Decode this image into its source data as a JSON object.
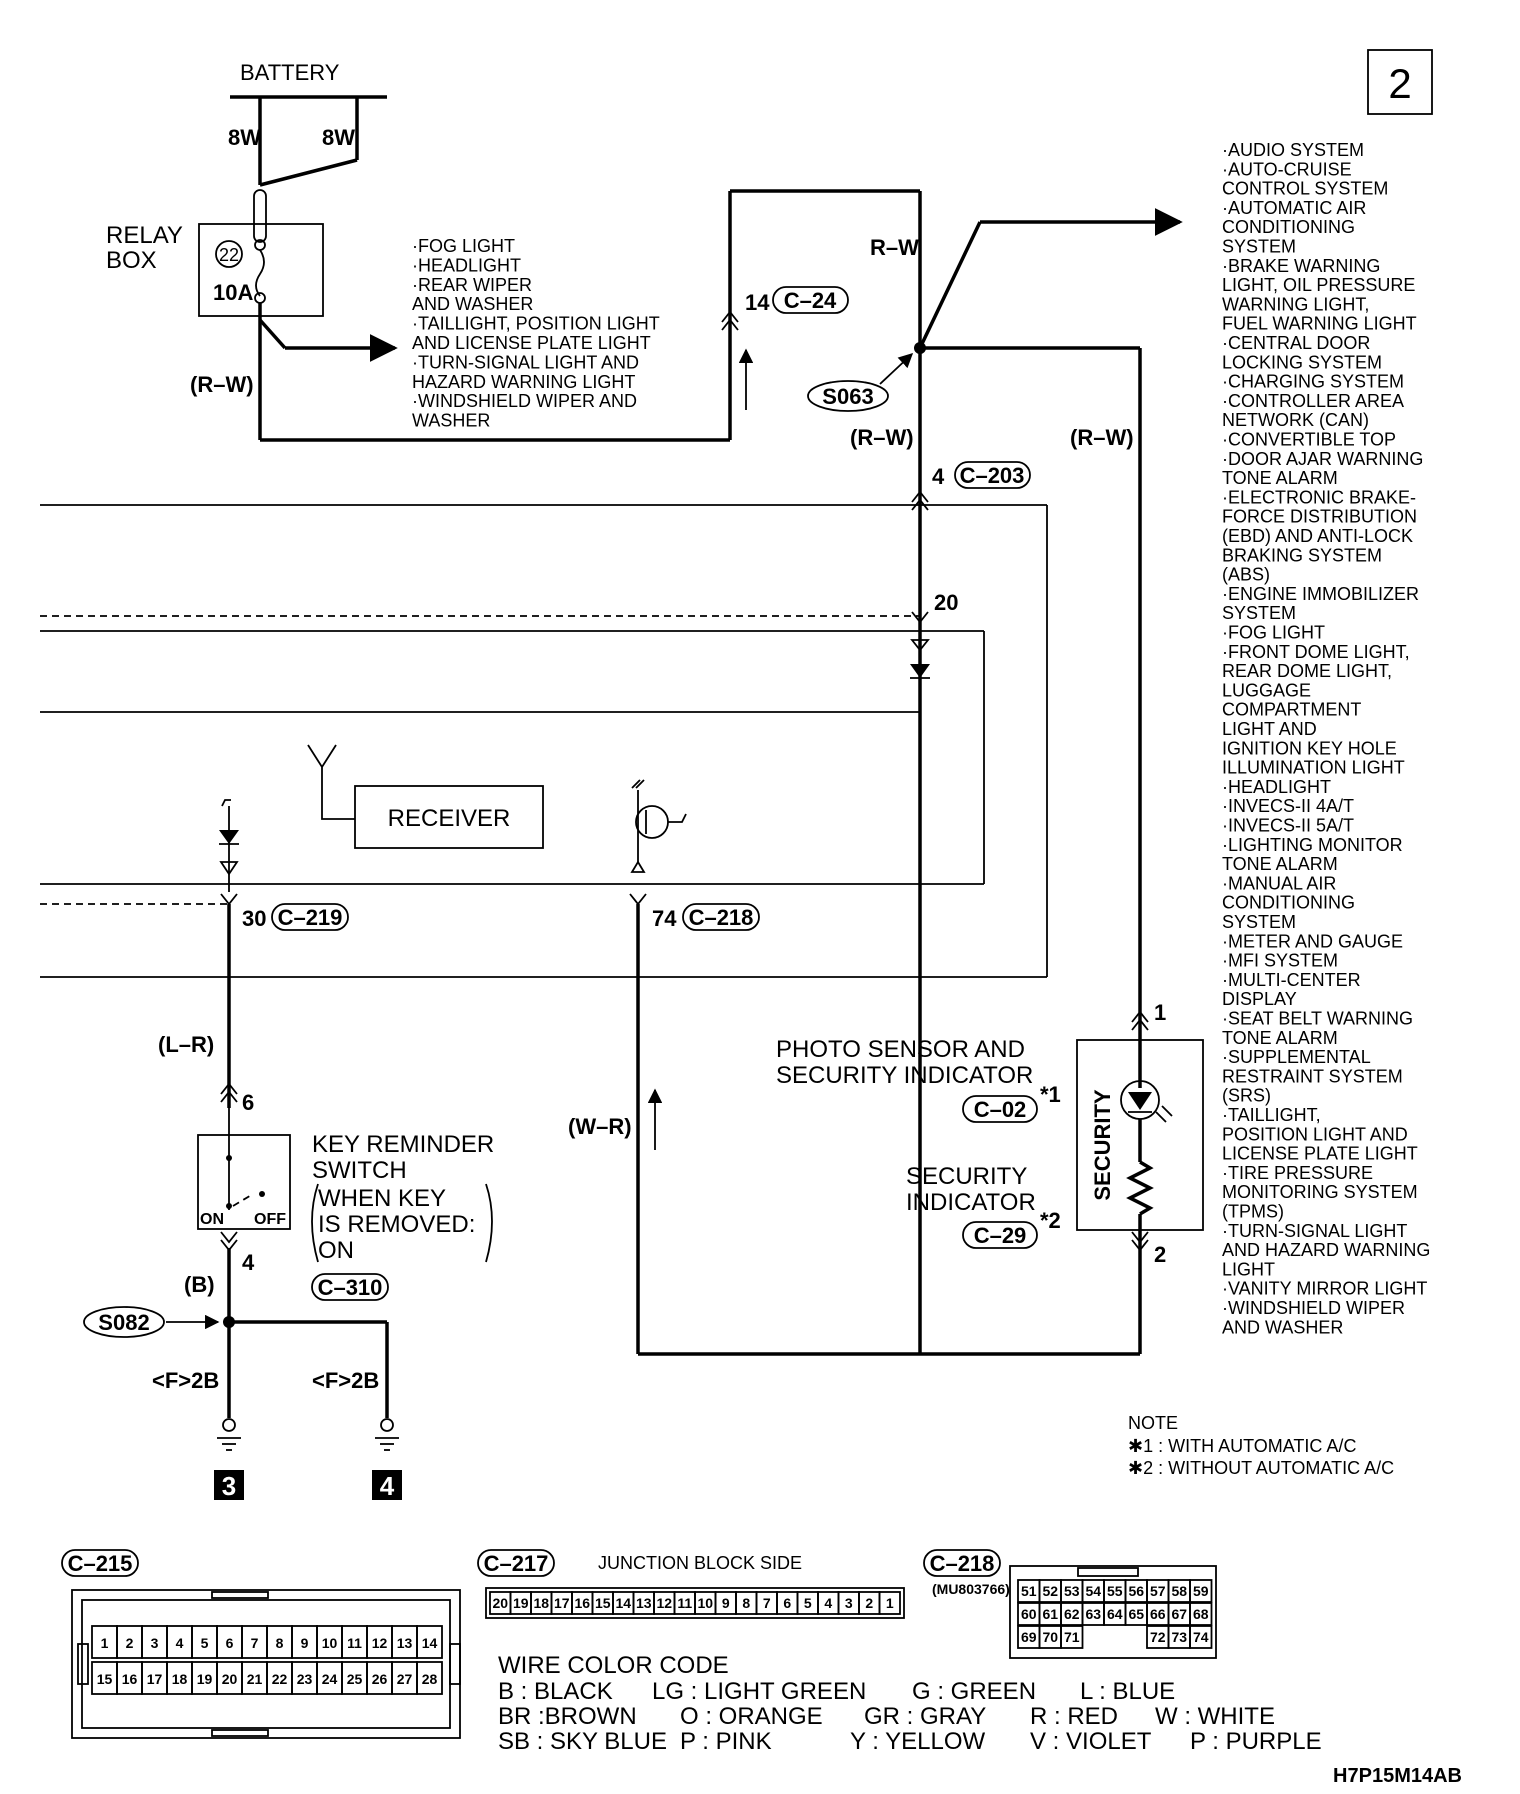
{
  "page_number": "2",
  "battery": {
    "label": "BATTERY",
    "wire_left": "8W",
    "wire_right": "8W"
  },
  "relay_box": {
    "label_line1": "RELAY",
    "label_line2": "BOX",
    "fuse_number": "22",
    "fuse_rating": "10A"
  },
  "fuse_loads": [
    "·FOG LIGHT",
    "·HEADLIGHT",
    "·REAR WIPER",
    " AND WASHER",
    "·TAILLIGHT, POSITION LIGHT",
    " AND LICENSE PLATE LIGHT",
    "·TURN-SIGNAL LIGHT AND",
    " HAZARD WARNING LIGHT",
    "·WINDSHIELD WIPER AND",
    " WASHER"
  ],
  "wire_colors": {
    "rw_fuse": "(R–W)",
    "rw_top": "R–W",
    "rw_left": "(R–W)",
    "rw_right": "(R–W)",
    "lr": "(L–R)",
    "b": "(B)",
    "wr": "(W–R)"
  },
  "connectors": {
    "c24": {
      "pin": "14",
      "name": "C–24"
    },
    "c203": {
      "pin": "4",
      "name": "C–203"
    },
    "pin20": "20",
    "c219": {
      "pin": "30",
      "name": "C–219"
    },
    "c218": {
      "pin": "74",
      "name": "C–218"
    },
    "c310": "C–310",
    "c02": "C–02",
    "c29": "C–29"
  },
  "splices": {
    "s063": "S063",
    "s082": "S082"
  },
  "receiver": "RECEIVER",
  "key_reminder": {
    "title_line1": "KEY REMINDER",
    "title_line2": "SWITCH",
    "cond_line1": "WHEN KEY",
    "cond_line2": "IS REMOVED:",
    "cond_line3": "ON",
    "pin_top": "6",
    "pin_bottom": "4",
    "on_label": "ON",
    "off_label": "OFF"
  },
  "ground_labels": {
    "left": "<F>2B",
    "right": "<F>2B",
    "ref_left": "3",
    "ref_right": "4"
  },
  "security": {
    "photo_line1": "PHOTO SENSOR AND",
    "photo_line2": "SECURITY INDICATOR",
    "photo_mark": "*1",
    "sec_line1": "SECURITY",
    "sec_line2": "INDICATOR",
    "sec_mark": "*2",
    "vertical_label": "SECURITY",
    "pin_top": "1",
    "pin_bottom": "2"
  },
  "systems_list": [
    "·AUDIO SYSTEM",
    "·AUTO-CRUISE",
    " CONTROL SYSTEM",
    "·AUTOMATIC AIR",
    " CONDITIONING",
    " SYSTEM",
    "·BRAKE WARNING",
    " LIGHT, OIL PRESSURE",
    " WARNING LIGHT,",
    " FUEL WARNING LIGHT",
    "·CENTRAL DOOR",
    " LOCKING SYSTEM",
    "·CHARGING SYSTEM",
    "·CONTROLLER AREA",
    " NETWORK (CAN)",
    "·CONVERTIBLE TOP",
    "·DOOR AJAR WARNING",
    " TONE ALARM",
    "·ELECTRONIC BRAKE-",
    " FORCE DISTRIBUTION",
    " (EBD) AND ANTI-LOCK",
    " BRAKING SYSTEM",
    " (ABS)",
    "·ENGINE IMMOBILIZER",
    " SYSTEM",
    "·FOG LIGHT",
    "·FRONT DOME LIGHT,",
    " REAR DOME LIGHT,",
    " LUGGAGE",
    " COMPARTMENT",
    " LIGHT AND",
    " IGNITION KEY HOLE",
    " ILLUMINATION LIGHT",
    "·HEADLIGHT",
    "·INVECS-II 4A/T",
    "·INVECS-II 5A/T",
    "·LIGHTING MONITOR",
    " TONE ALARM",
    "·MANUAL AIR",
    " CONDITIONING",
    " SYSTEM",
    "·METER AND GAUGE",
    "·MFI SYSTEM",
    "·MULTI-CENTER",
    " DISPLAY",
    "·SEAT BELT WARNING",
    " TONE ALARM",
    "·SUPPLEMENTAL",
    " RESTRAINT SYSTEM",
    " (SRS)",
    "·TAILLIGHT,",
    " POSITION LIGHT AND",
    " LICENSE PLATE LIGHT",
    "·TIRE PRESSURE",
    " MONITORING SYSTEM",
    " (TPMS)",
    "·TURN-SIGNAL LIGHT",
    " AND HAZARD WARNING",
    " LIGHT",
    "·VANITY MIRROR LIGHT",
    "·WINDSHIELD WIPER",
    " AND WASHER"
  ],
  "note": {
    "title": "NOTE",
    "line1": "✱1 : WITH AUTOMATIC A/C",
    "line2": "✱2 : WITHOUT AUTOMATIC A/C"
  },
  "connector_views": {
    "c215": {
      "name": "C–215",
      "row1": [
        "1",
        "2",
        "3",
        "4",
        "5",
        "6",
        "7",
        "8",
        "9",
        "10",
        "11",
        "12",
        "13",
        "14"
      ],
      "row2": [
        "15",
        "16",
        "17",
        "18",
        "19",
        "20",
        "21",
        "22",
        "23",
        "24",
        "25",
        "26",
        "27",
        "28"
      ]
    },
    "c217": {
      "name": "C–217",
      "side_label": "JUNCTION BLOCK SIDE",
      "pins": [
        "20",
        "19",
        "18",
        "17",
        "16",
        "15",
        "14",
        "13",
        "12",
        "11",
        "10",
        "9",
        "8",
        "7",
        "6",
        "5",
        "4",
        "3",
        "2",
        "1"
      ]
    },
    "c218": {
      "name": "C–218",
      "part_no": "(MU803766)",
      "row1": [
        "51",
        "52",
        "53",
        "54",
        "55",
        "56",
        "57",
        "58",
        "59"
      ],
      "row2": [
        "60",
        "61",
        "62",
        "63",
        "64",
        "65",
        "66",
        "67",
        "68"
      ],
      "row3": [
        "69",
        "70",
        "71",
        "",
        "",
        "",
        "72",
        "73",
        "74"
      ]
    }
  },
  "wire_color_code": {
    "title": "WIRE COLOR CODE",
    "line1": [
      "B : BLACK",
      "LG : LIGHT GREEN",
      "G : GREEN",
      "L : BLUE"
    ],
    "line2": [
      "BR :BROWN",
      "O : ORANGE",
      "GR : GRAY",
      "R : RED",
      "W : WHITE"
    ],
    "line3": [
      "SB : SKY BLUE",
      "P : PINK",
      "Y : YELLOW",
      "V : VIOLET",
      "P : PURPLE"
    ]
  },
  "figure_id": "H7P15M14AB"
}
